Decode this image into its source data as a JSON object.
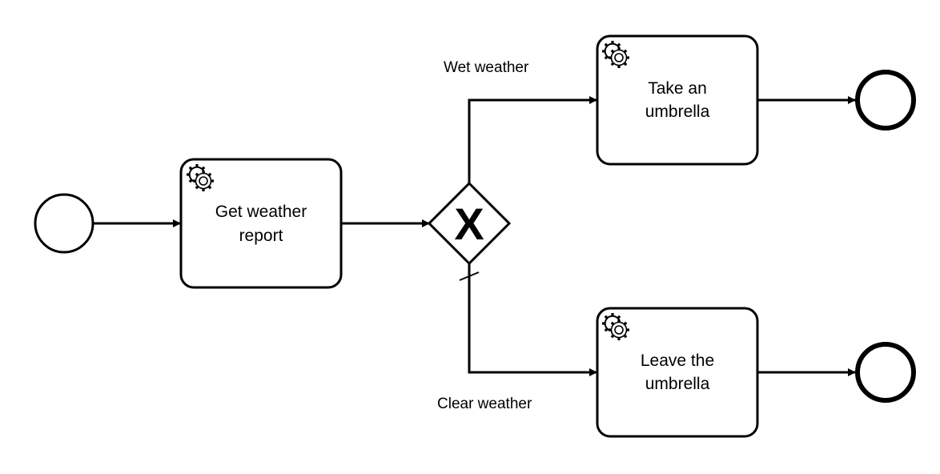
{
  "diagram": {
    "type": "BPMN process",
    "tasks": {
      "get_weather": {
        "line1": "Get weather",
        "line2": "report",
        "icon": "gear-icon"
      },
      "take_umbrella": {
        "line1": "Take an",
        "line2": "umbrella",
        "icon": "gear-icon"
      },
      "leave_umbrella": {
        "line1": "Leave the",
        "line2": "umbrella",
        "icon": "gear-icon"
      }
    },
    "gateway": {
      "symbol": "X",
      "kind": "exclusive"
    },
    "flows": {
      "wet": "Wet weather",
      "clear": "Clear weather"
    }
  }
}
